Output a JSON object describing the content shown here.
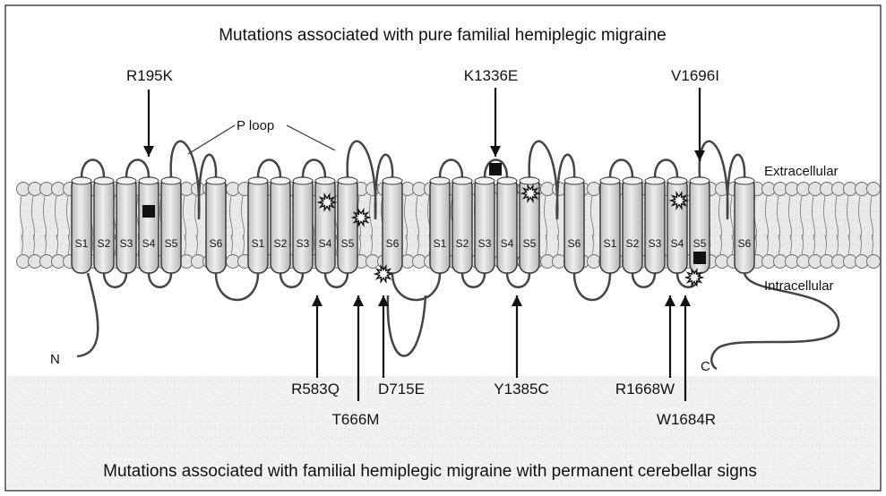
{
  "top_title": "Mutations associated with pure familial hemiplegic migraine",
  "bottom_title": "Mutations associated with familial hemiplegic migraine with permanent cerebellar signs",
  "p_loop_label": "P loop",
  "extracellular_label": "Extracellular",
  "intracellular_label": "Intracellular",
  "n_terminus_label": "N",
  "c_terminus_label": "C",
  "domains": [
    {
      "segments": [
        "S1",
        "S2",
        "S3",
        "S4",
        "S5",
        "S6"
      ]
    },
    {
      "segments": [
        "S1",
        "S2",
        "S3",
        "S4",
        "S5",
        "S6"
      ]
    },
    {
      "segments": [
        "S1",
        "S2",
        "S3",
        "S4",
        "S5",
        "S6"
      ]
    },
    {
      "segments": [
        "S1",
        "S2",
        "S3",
        "S4",
        "S5",
        "S6"
      ]
    }
  ],
  "mutations_pure": [
    {
      "name": "R195K",
      "marker": "square"
    },
    {
      "name": "K1336E",
      "marker": "square"
    },
    {
      "name": "V1696I",
      "marker": "square"
    }
  ],
  "mutations_cerebellar": [
    {
      "name": "R583Q",
      "marker": "star"
    },
    {
      "name": "T666M",
      "marker": "star"
    },
    {
      "name": "D715E",
      "marker": "star"
    },
    {
      "name": "Y1385C",
      "marker": "star"
    },
    {
      "name": "R1668W",
      "marker": "star"
    },
    {
      "name": "W1684R",
      "marker": "star"
    }
  ],
  "marker_color": "#111111",
  "helix_color": "#d8d8d8"
}
